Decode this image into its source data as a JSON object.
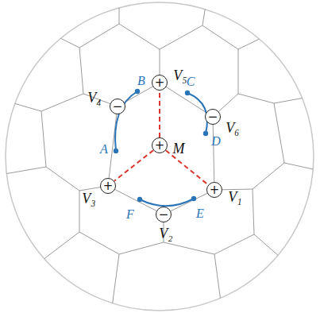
{
  "diagram": {
    "nodes": [
      {
        "text": [
          "+",
          "V₅"
        ]
      },
      {
        "text": [
          "−",
          "V₄"
        ]
      },
      {
        "text": [
          "−",
          "V₆"
        ]
      },
      {
        "text": [
          "+",
          "M"
        ]
      },
      {
        "text": [
          "+",
          "V₃"
        ]
      },
      {
        "text": [
          "+",
          "V₁"
        ]
      },
      {
        "text": [
          "−",
          "V₂"
        ]
      }
    ],
    "edges": [
      {
        "from": 3,
        "to": 0,
        "arrow": "none"
      },
      {
        "from": 3,
        "to": 4,
        "arrow": "none"
      },
      {
        "from": 3,
        "to": 5,
        "arrow": "none"
      }
    ],
    "labels": [
      "A",
      "B",
      "C",
      "D",
      "E",
      "F"
    ]
  }
}
